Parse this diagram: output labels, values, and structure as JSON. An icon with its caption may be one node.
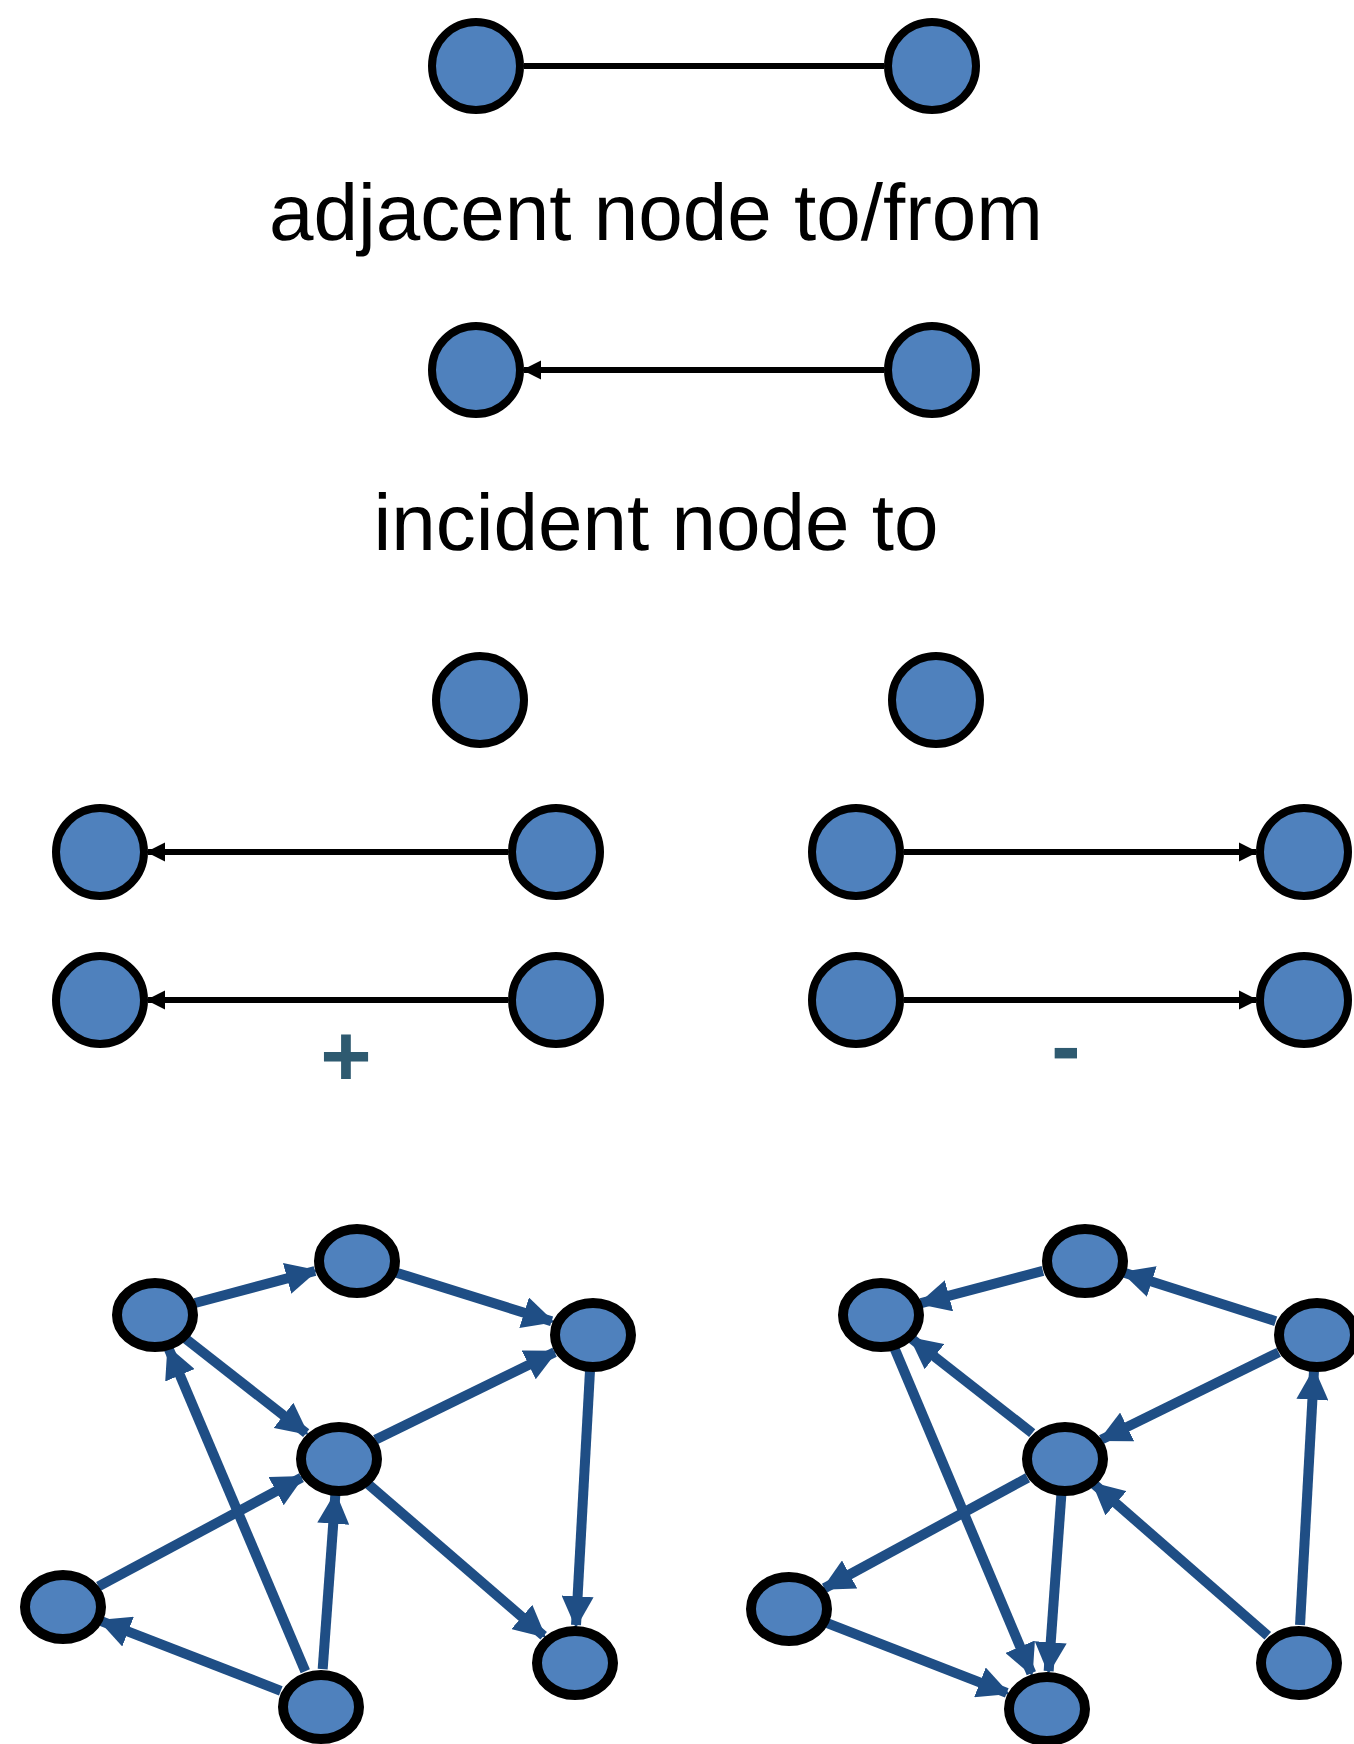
{
  "diagram": {
    "nodes": [
      {
        "text": [],
        "shape": "circle"
      },
      {
        "text": [],
        "shape": "circle"
      },
      {
        "text": [],
        "shape": "circle"
      },
      {
        "text": [],
        "shape": "circle"
      },
      {
        "text": [],
        "shape": "circle"
      },
      {
        "text": [],
        "shape": "circle"
      },
      {
        "text": [],
        "shape": "circle"
      },
      {
        "text": [],
        "shape": "circle"
      },
      {
        "text": [],
        "shape": "circle"
      },
      {
        "text": [],
        "shape": "circle"
      },
      {
        "text": [],
        "shape": "circle"
      },
      {
        "text": [],
        "shape": "circle"
      },
      {
        "text": [],
        "shape": "circle"
      },
      {
        "text": [],
        "shape": "circle"
      },
      {
        "text": [],
        "shape": "circle"
      },
      {
        "text": [],
        "shape": "circle"
      },
      {
        "text": [],
        "shape": "circle"
      },
      {
        "text": [],
        "shape": "circle"
      },
      {
        "text": [],
        "shape": "circle"
      },
      {
        "text": [],
        "shape": "circle"
      },
      {
        "text": [],
        "shape": "circle"
      },
      {
        "text": [],
        "shape": "circle"
      },
      {
        "text": [],
        "shape": "circle"
      },
      {
        "text": [],
        "shape": "circle"
      },
      {
        "text": [],
        "shape": "circle"
      },
      {
        "text": [],
        "shape": "circle"
      },
      {
        "text": [],
        "shape": "circle"
      },
      {
        "text": [],
        "shape": "circle"
      }
    ],
    "edges": [
      {
        "from": 0,
        "to": 1,
        "arrow": "none",
        "color": "#000000"
      },
      {
        "from": 3,
        "to": 2,
        "arrow": "to",
        "color": "#000000"
      },
      {
        "from": 7,
        "to": 6,
        "arrow": "to",
        "color": "#000000"
      },
      {
        "from": 8,
        "to": 9,
        "arrow": "to",
        "color": "#000000"
      },
      {
        "from": 11,
        "to": 10,
        "arrow": "to",
        "color": "#000000"
      },
      {
        "from": 12,
        "to": 13,
        "arrow": "to",
        "color": "#000000"
      },
      {
        "from": 14,
        "to": 15,
        "arrow": "to"
      },
      {
        "from": 15,
        "to": 16,
        "arrow": "to"
      },
      {
        "from": 14,
        "to": 17,
        "arrow": "to"
      },
      {
        "from": 17,
        "to": 16,
        "arrow": "to"
      },
      {
        "from": 16,
        "to": 19,
        "arrow": "to"
      },
      {
        "from": 17,
        "to": 19,
        "arrow": "to"
      },
      {
        "from": 18,
        "to": 17,
        "arrow": "to"
      },
      {
        "from": 20,
        "to": 18,
        "arrow": "to"
      },
      {
        "from": 20,
        "to": 14,
        "arrow": "to"
      },
      {
        "from": 20,
        "to": 17,
        "arrow": "to"
      },
      {
        "from": 22,
        "to": 21,
        "arrow": "to"
      },
      {
        "from": 23,
        "to": 22,
        "arrow": "to"
      },
      {
        "from": 24,
        "to": 21,
        "arrow": "to"
      },
      {
        "from": 23,
        "to": 24,
        "arrow": "to"
      },
      {
        "from": 24,
        "to": 25,
        "arrow": "to"
      },
      {
        "from": 21,
        "to": 27,
        "arrow": "to"
      },
      {
        "from": 24,
        "to": 27,
        "arrow": "to"
      },
      {
        "from": 25,
        "to": 27,
        "arrow": "to"
      },
      {
        "from": 26,
        "to": 24,
        "arrow": "to"
      },
      {
        "from": 26,
        "to": 23,
        "arrow": "to"
      }
    ],
    "labels": [
      "adjacent node to/from",
      "incident node to",
      "+",
      "-"
    ]
  }
}
